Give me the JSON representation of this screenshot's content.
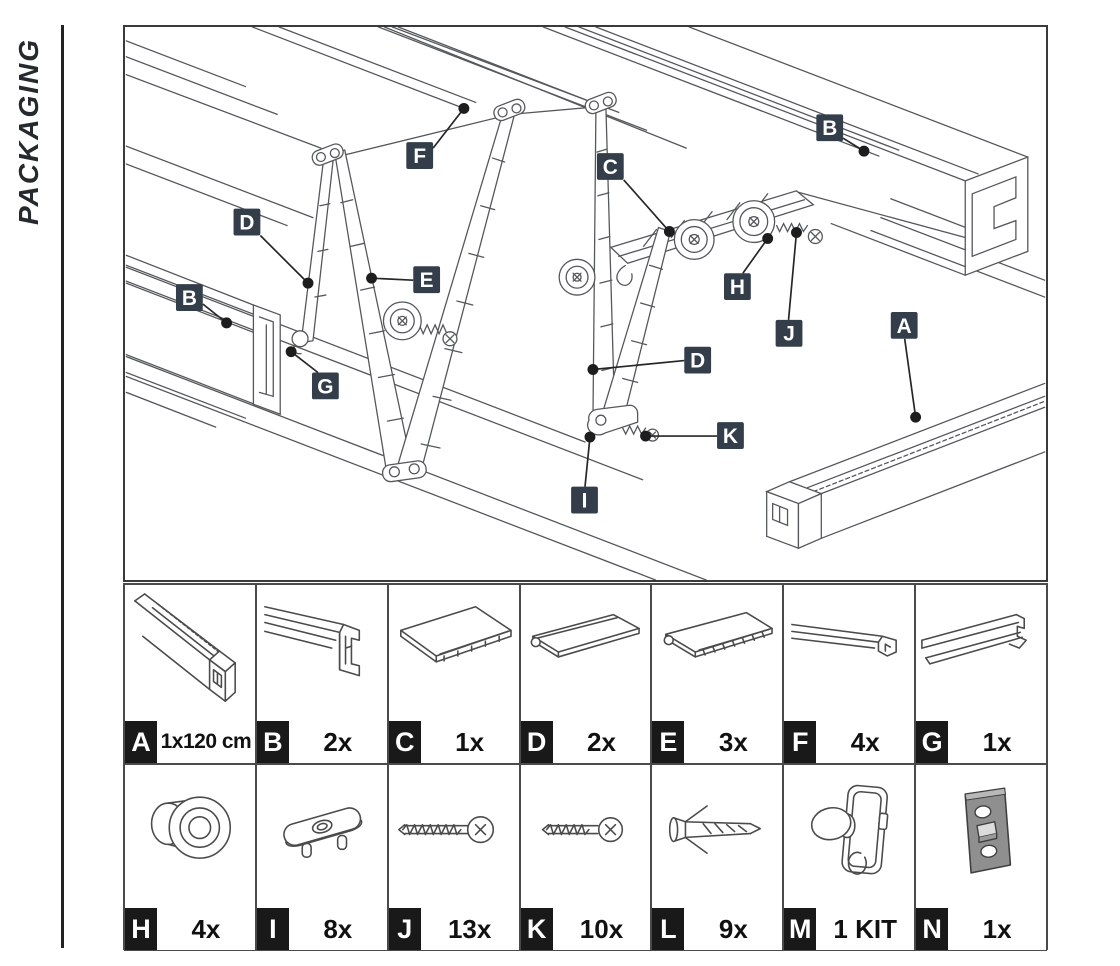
{
  "sidebar": {
    "title": "PACKAGING"
  },
  "diagram": {
    "labels": [
      {
        "letter": "F"
      },
      {
        "letter": "C"
      },
      {
        "letter": "B"
      },
      {
        "letter": "D"
      },
      {
        "letter": "E"
      },
      {
        "letter": "B"
      },
      {
        "letter": "G"
      },
      {
        "letter": "H"
      },
      {
        "letter": "J"
      },
      {
        "letter": "A"
      },
      {
        "letter": "D"
      },
      {
        "letter": "K"
      },
      {
        "letter": "I"
      }
    ]
  },
  "parts": {
    "items": [
      {
        "letter": "A",
        "qty": "1x120 cm",
        "name": "bottom-rail-profile"
      },
      {
        "letter": "B",
        "qty": "2x",
        "name": "top-rail-profile"
      },
      {
        "letter": "C",
        "qty": "1x",
        "name": "carriage-panel"
      },
      {
        "letter": "D",
        "qty": "2x",
        "name": "end-fold-panel"
      },
      {
        "letter": "E",
        "qty": "3x",
        "name": "middle-fold-panel"
      },
      {
        "letter": "F",
        "qty": "4x",
        "name": "top-strip-profile"
      },
      {
        "letter": "G",
        "qty": "1x",
        "name": "edge-trim-profile"
      },
      {
        "letter": "H",
        "qty": "4x",
        "name": "roller-wheel"
      },
      {
        "letter": "I",
        "qty": "8x",
        "name": "pivot-plate"
      },
      {
        "letter": "J",
        "qty": "13x",
        "name": "long-screw"
      },
      {
        "letter": "K",
        "qty": "10x",
        "name": "short-screw"
      },
      {
        "letter": "L",
        "qty": "9x",
        "name": "wall-plug"
      },
      {
        "letter": "M",
        "qty": "1 KIT",
        "name": "handle-lock-kit"
      },
      {
        "letter": "N",
        "qty": "1x",
        "name": "strike-plate"
      }
    ]
  },
  "colors": {
    "diagram_label_bg": "#333E4A",
    "badge_bg": "#191919",
    "line_art": "#54585C",
    "table_border": "#4A4A4A",
    "plate_gray": "#8F8F8F"
  }
}
